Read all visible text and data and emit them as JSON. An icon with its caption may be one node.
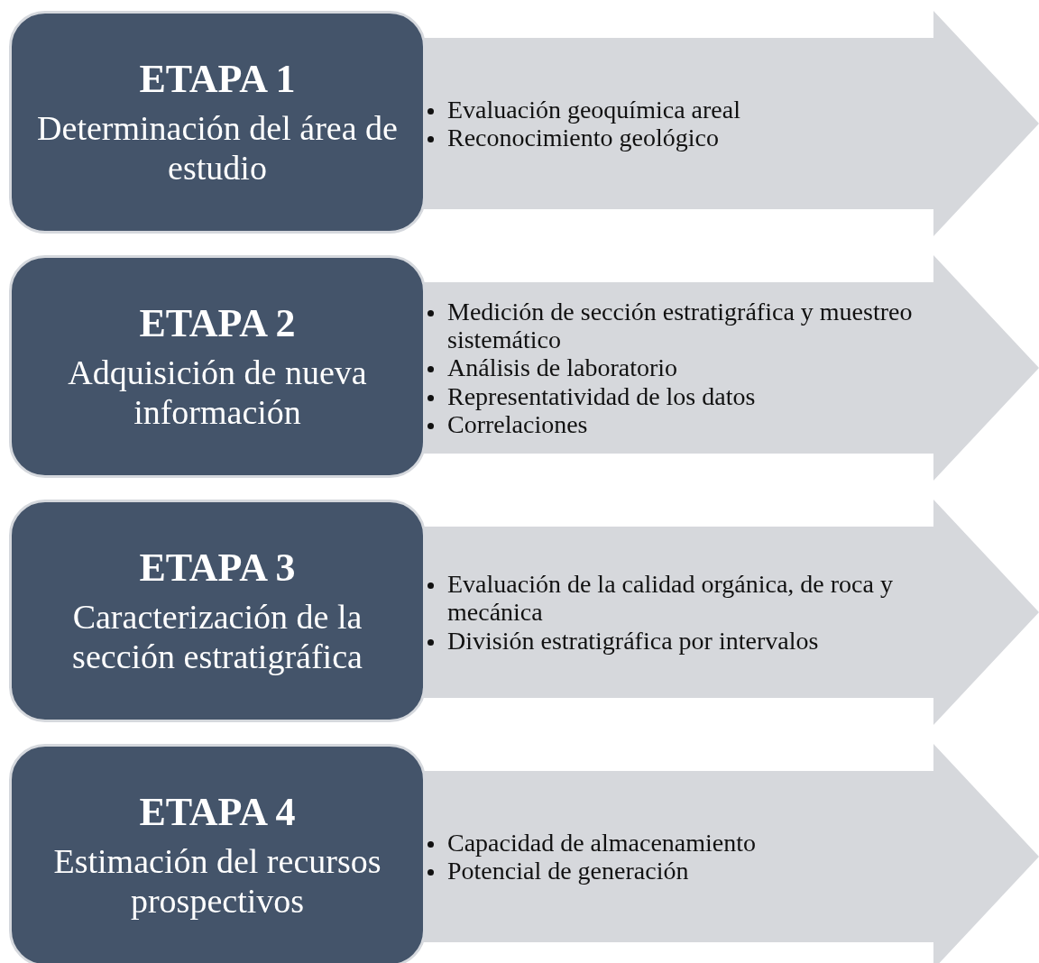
{
  "diagram": {
    "nodes": [
      {
        "text": [
          "Evaluación geoquímica areal",
          "Reconocimiento geológico"
        ]
      },
      {
        "text": [
          "ETAPA 1",
          "Determinación del área de estudio"
        ]
      },
      {
        "text": [
          "Medición de sección estratigráfica y muestreo sistemático",
          "Análisis de laboratorio",
          "Representatividad de los datos",
          "Correlaciones"
        ]
      },
      {
        "text": [
          "ETAPA 2",
          "Adquisición de nueva información"
        ]
      },
      {
        "text": [
          "Evaluación de la calidad orgánica, de roca y mecánica",
          "División estratigráfica por intervalos"
        ]
      },
      {
        "text": [
          "ETAPA 3",
          "Caracterización de la sección estratigráfica"
        ]
      },
      {
        "text": [
          "Capacidad de almacenamiento",
          "Potencial de generación"
        ]
      },
      {
        "text": [
          "ETAPA 4",
          "Estimación del recursos prospectivos"
        ]
      }
    ]
  }
}
